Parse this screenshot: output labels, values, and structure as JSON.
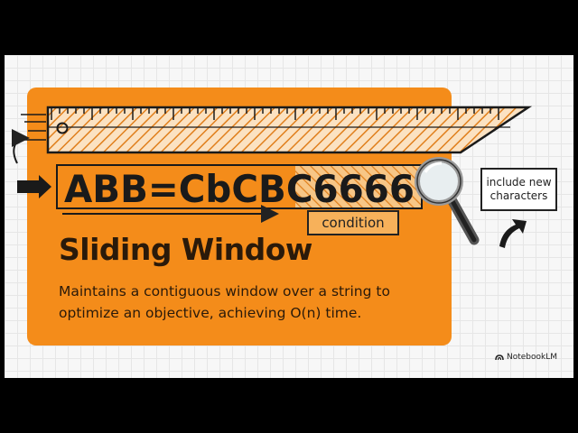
{
  "slide": {
    "title": "Sliding Window",
    "description": "Maintains a contiguous window over a string to optimize an objective, achieving O(n) time."
  },
  "illustration": {
    "sequence_text": "ABB=CbCBC6666",
    "window_label": "condition",
    "note": "include new characters"
  },
  "branding": {
    "logo_text": "NotebookLM",
    "logo_icon": "notebooklm-logo-icon"
  },
  "colors": {
    "accent": "#f48c1a",
    "ink": "#2a1a0a"
  }
}
